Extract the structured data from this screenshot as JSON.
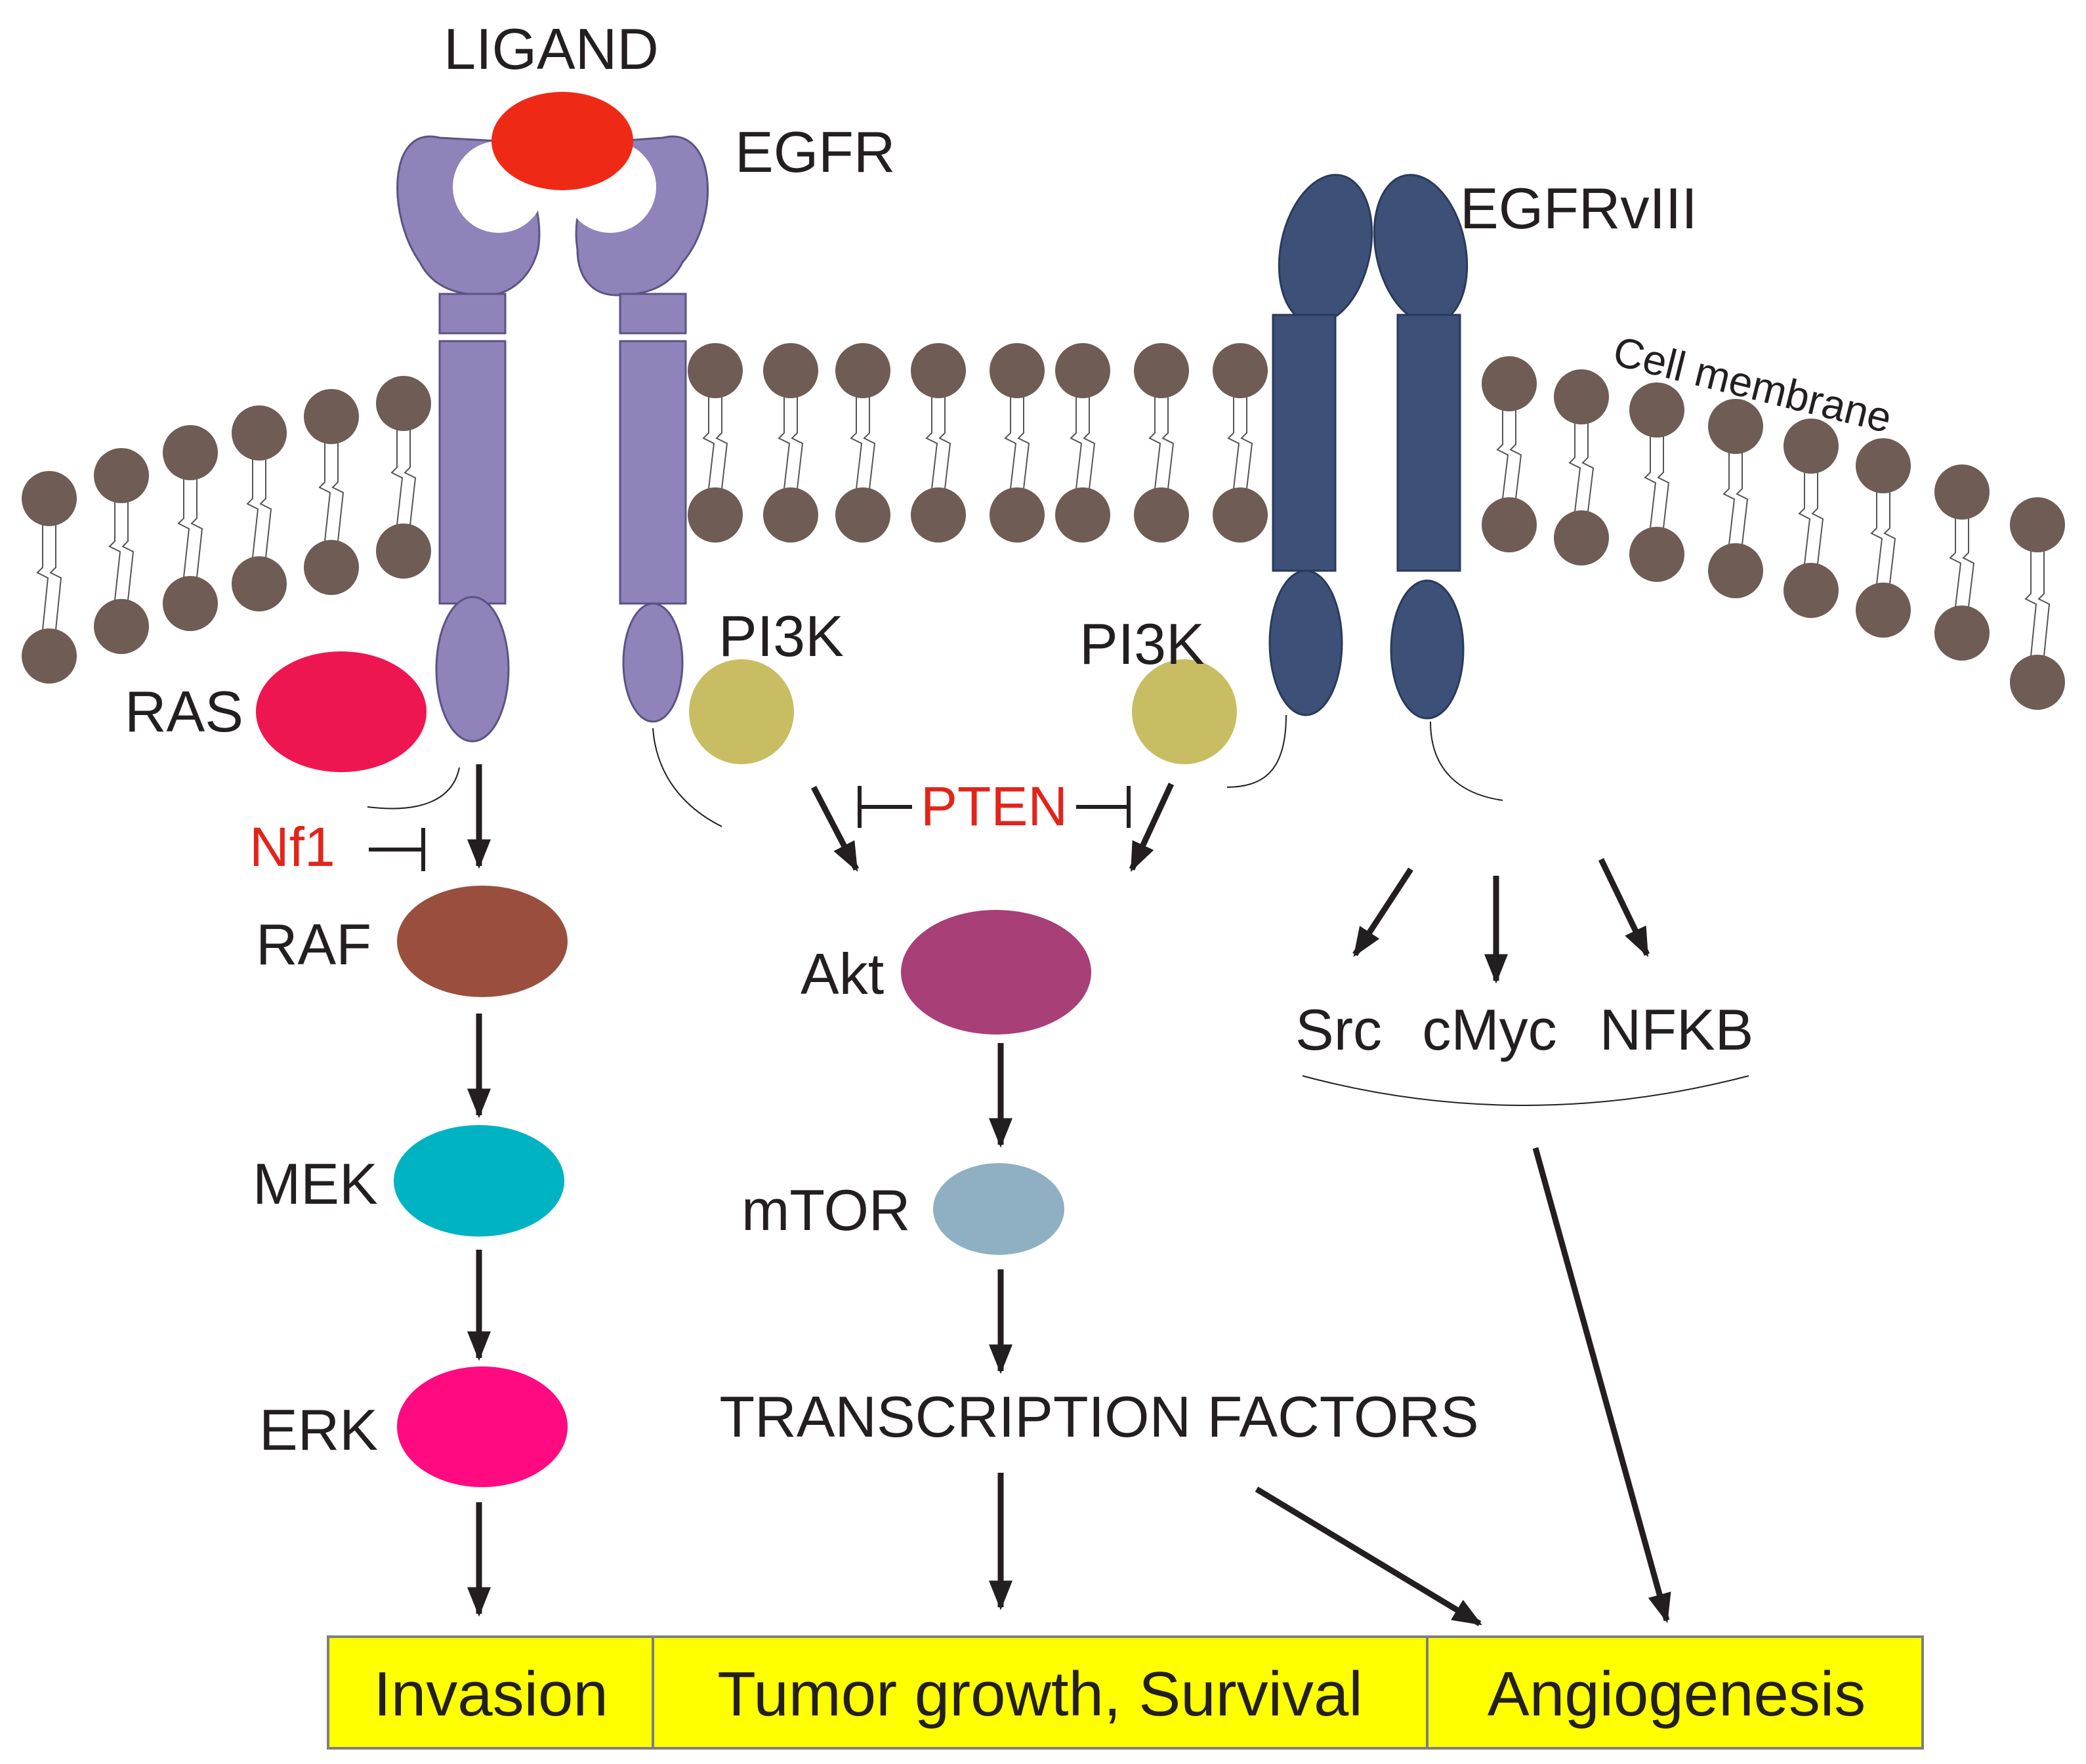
{
  "labels": {
    "ligand": "LIGAND",
    "egfr": "EGFR",
    "egfrviii": "EGFRvIII",
    "cell_membrane": "Cell membrane",
    "ras": "RAS",
    "nf1": "Nf1",
    "raf": "RAF",
    "mek": "MEK",
    "erk": "ERK",
    "pi3k_left": "PI3K",
    "pi3k_right": "PI3K",
    "pten": "PTEN",
    "akt": "Akt",
    "mtor": "mTOR",
    "transcription_factors": "TRANSCRIPTION FACTORS",
    "src": "Src",
    "cmyc": "cMyc",
    "nfkb": "NFKB"
  },
  "outcomes": [
    "Invasion",
    "Tumor growth, Survival",
    "Angiogenesis"
  ],
  "colors": {
    "ligand": "#ee2a16",
    "egfr": "#8f83b9",
    "egfrviii": "#3d5078",
    "lipid_head": "#6e5c55",
    "ras": "#ee1651",
    "raf": "#9a4f3e",
    "mek": "#00b3c2",
    "erk": "#ff0a80",
    "pi3k": "#c8bd62",
    "akt": "#a83f77",
    "mtor": "#8fb0c3",
    "outcome_box": "#ffff00",
    "inhibitor_text": "#e1251b"
  }
}
